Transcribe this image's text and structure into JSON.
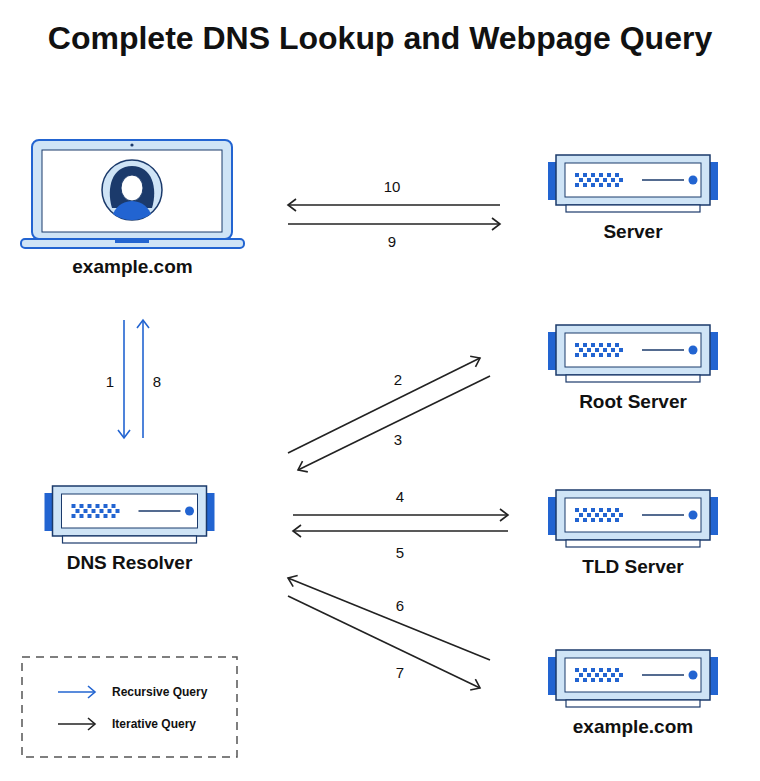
{
  "diagram": {
    "title": "Complete DNS Lookup and Webpage Query",
    "nodes": [
      {
        "text": [
          "example.com"
        ]
      },
      {
        "text": [
          "Server"
        ]
      },
      {
        "text": [
          "Root Server"
        ]
      },
      {
        "text": [
          "DNS Resolver"
        ]
      },
      {
        "text": [
          "TLD Server"
        ]
      },
      {
        "text": [
          "example.com"
        ]
      }
    ],
    "edges": [
      {
        "from": 0,
        "to": 3,
        "label": "1",
        "arrow": "to"
      },
      {
        "from": 3,
        "to": 2,
        "label": "2",
        "arrow": "to"
      },
      {
        "from": 2,
        "to": 3,
        "label": "3",
        "arrow": "to"
      },
      {
        "from": 3,
        "to": 4,
        "label": "4",
        "arrow": "to"
      },
      {
        "from": 4,
        "to": 3,
        "label": "5",
        "arrow": "to"
      },
      {
        "from": 5,
        "to": 3,
        "label": "6",
        "arrow": "to"
      },
      {
        "from": 3,
        "to": 5,
        "label": "7",
        "arrow": "to"
      },
      {
        "from": 3,
        "to": 0,
        "label": "8",
        "arrow": "to"
      },
      {
        "from": 0,
        "to": 1,
        "label": "9",
        "arrow": "to"
      },
      {
        "from": 1,
        "to": 0,
        "label": "10",
        "arrow": "to"
      }
    ],
    "legend": [
      {
        "text": "Recursive Query"
      },
      {
        "text": "Iterative Query"
      }
    ]
  }
}
